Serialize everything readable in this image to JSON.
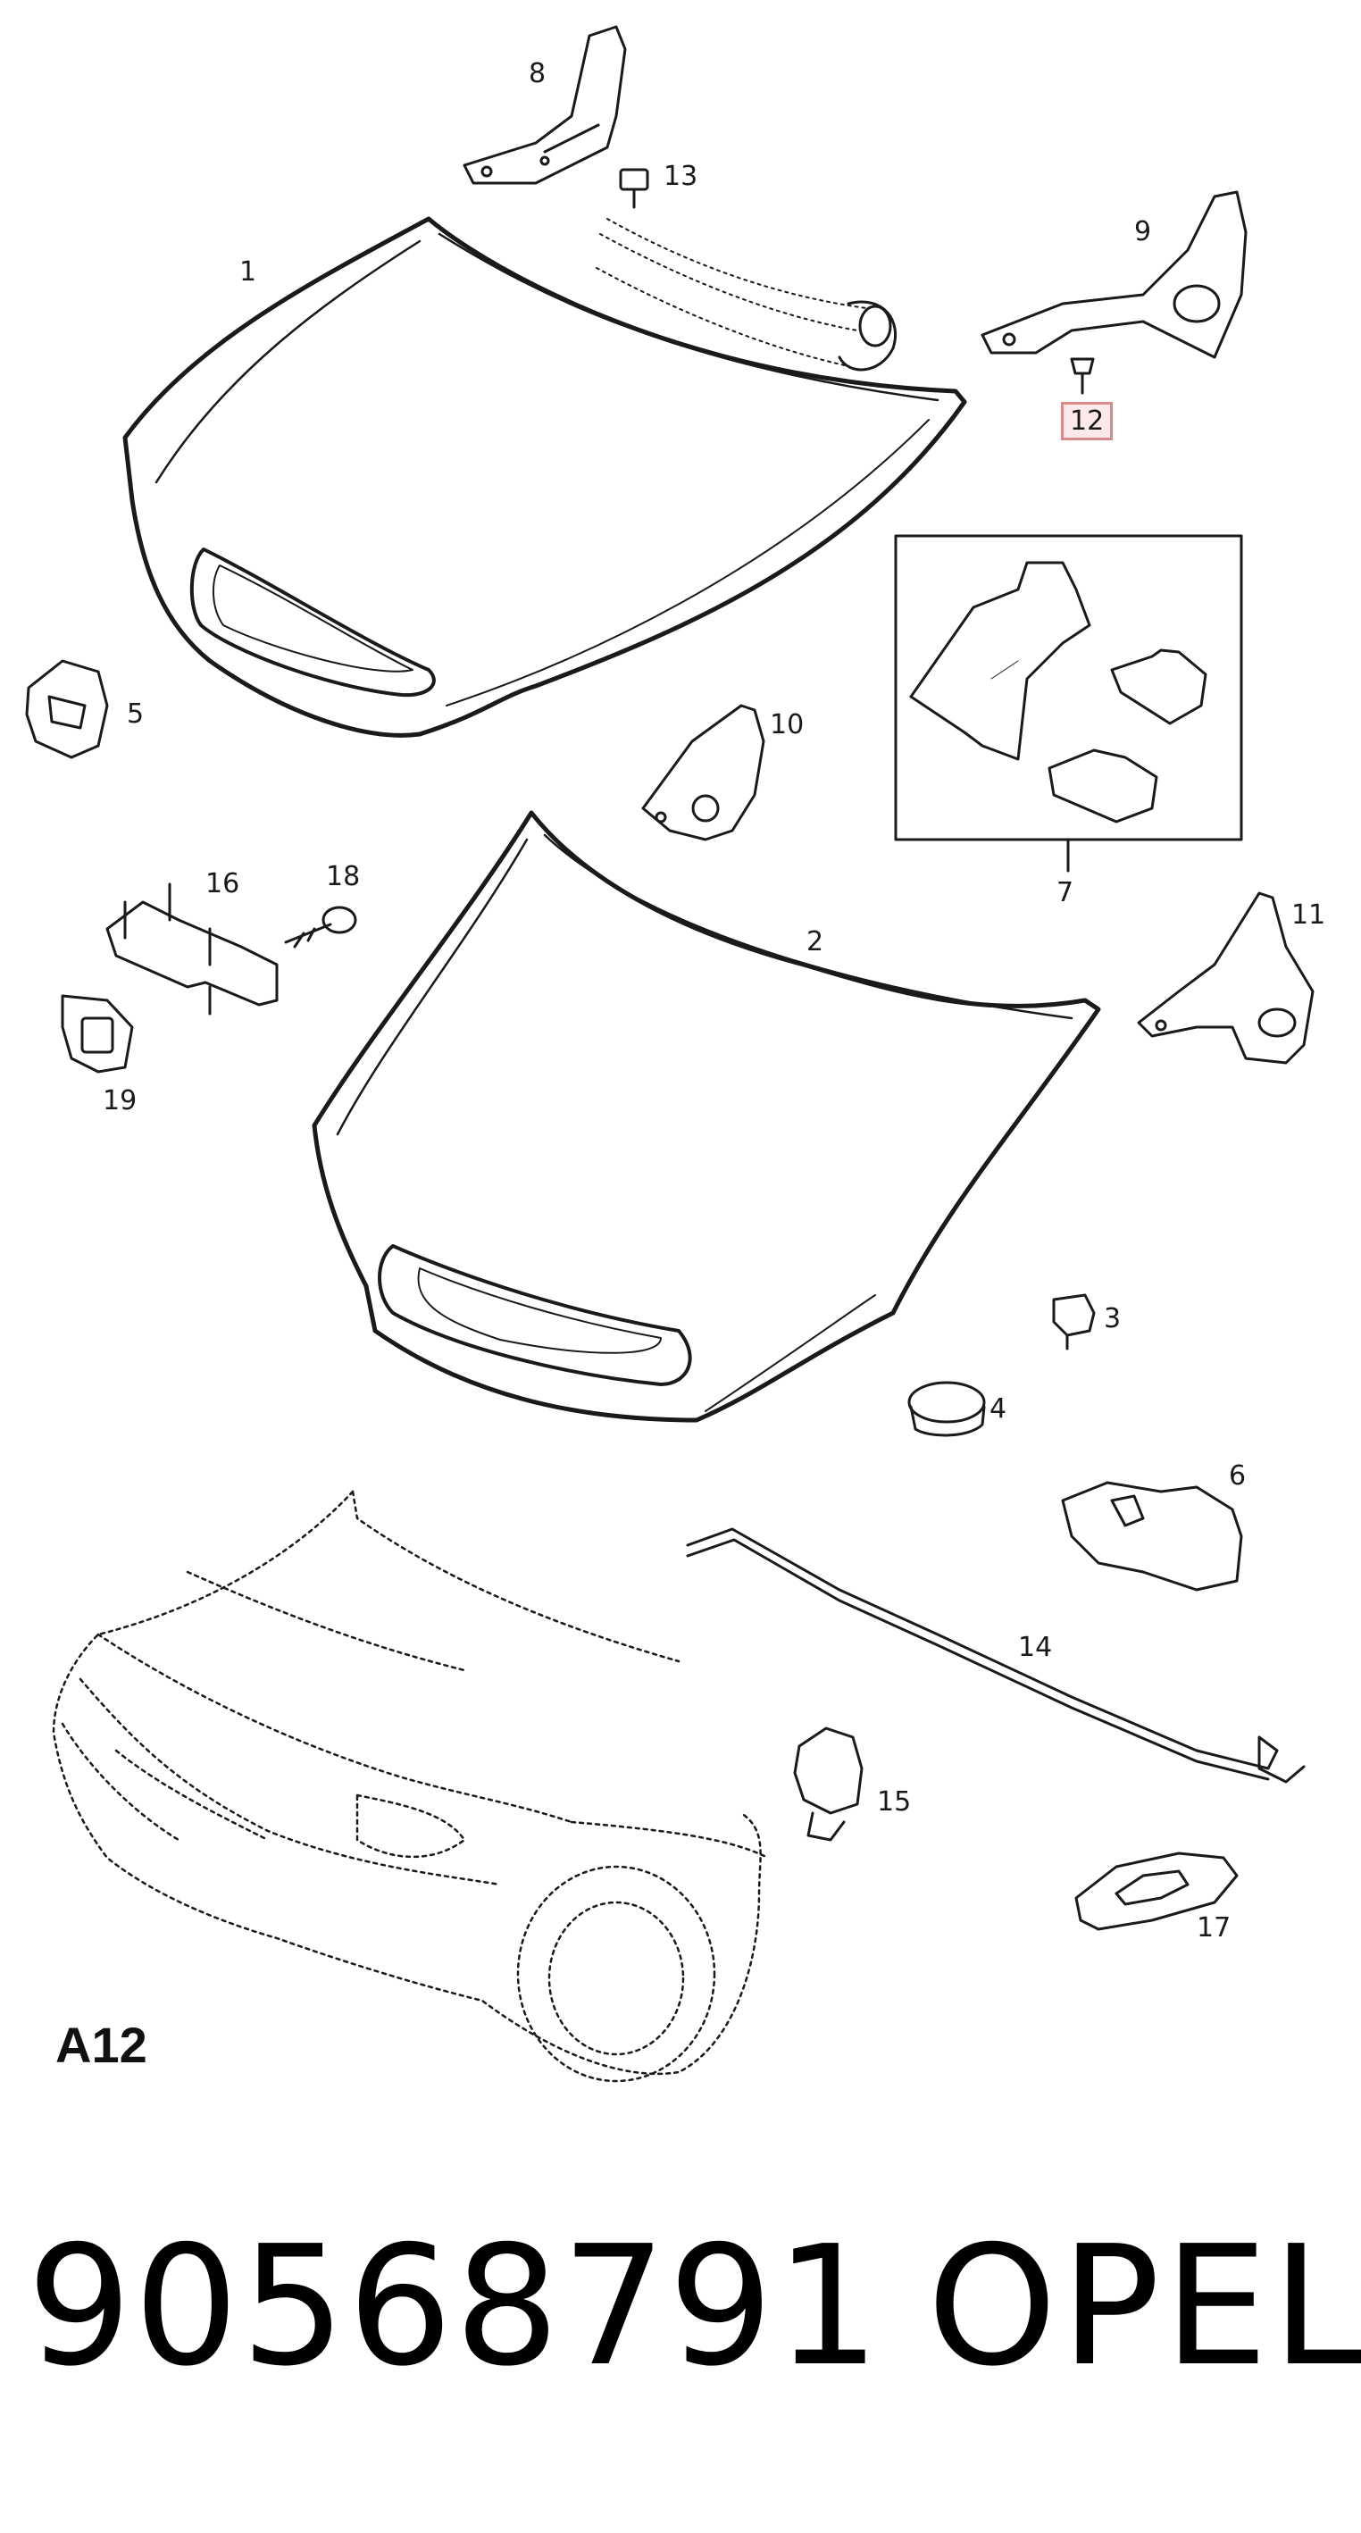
{
  "figure_code": "A12",
  "part_number": "90568791",
  "brand": "OPEL",
  "highlight_color": "#d98a8a",
  "callouts": [
    {
      "id": "1",
      "label": "1"
    },
    {
      "id": "2",
      "label": "2"
    },
    {
      "id": "3",
      "label": "3"
    },
    {
      "id": "4",
      "label": "4"
    },
    {
      "id": "5",
      "label": "5"
    },
    {
      "id": "6",
      "label": "6"
    },
    {
      "id": "7",
      "label": "7"
    },
    {
      "id": "8",
      "label": "8"
    },
    {
      "id": "9",
      "label": "9"
    },
    {
      "id": "10",
      "label": "10"
    },
    {
      "id": "11",
      "label": "11"
    },
    {
      "id": "12",
      "label": "12",
      "highlighted": true
    },
    {
      "id": "13",
      "label": "13"
    },
    {
      "id": "14",
      "label": "14"
    },
    {
      "id": "15",
      "label": "15"
    },
    {
      "id": "16",
      "label": "16"
    },
    {
      "id": "17",
      "label": "17"
    },
    {
      "id": "18",
      "label": "18"
    },
    {
      "id": "19",
      "label": "19"
    }
  ]
}
